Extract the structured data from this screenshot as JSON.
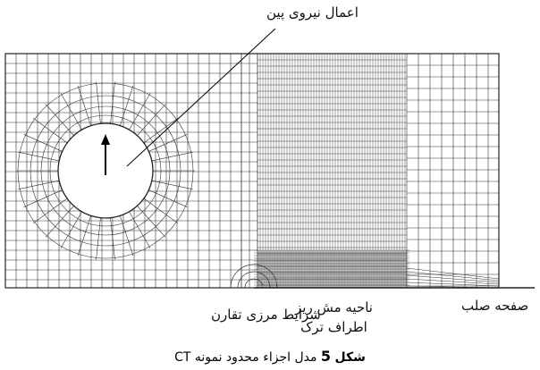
{
  "labels": {
    "load": "اعمال نیروی پین",
    "symmetry": "شرایط مرزی تقارن",
    "fine_mesh_line1": "ناحیه مش ریز",
    "fine_mesh_line2": "اطراف ترک",
    "rigid_plate": "صفحه صلب"
  },
  "caption": {
    "word": "شکل",
    "number": "5",
    "text": "مدل اجزاء محدود نمونه CT"
  },
  "colors": {
    "mesh": "#333333",
    "background": "#ffffff"
  }
}
